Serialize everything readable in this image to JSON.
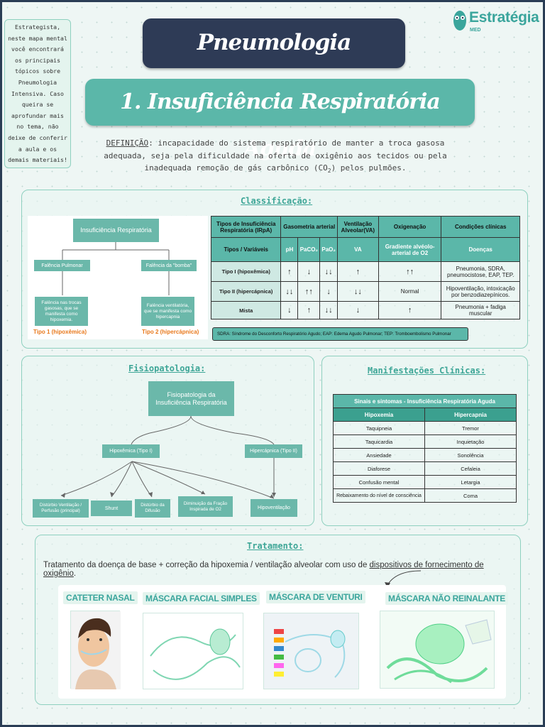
{
  "note": "Estrategista, neste mapa mental você encontrará os principais tópicos sobre Pneumologia Intensiva. Caso queira se aprofundar mais no tema, não deixe de conferir a aula e os demais materiais!",
  "logo": {
    "name": "Estratégia",
    "sub": "MED"
  },
  "title": "Pneumologia Intensiva",
  "subtitle": "1. Insuficiência Respiratória Aguda",
  "definition": {
    "label": "DEFINIÇÃO",
    "text1": ": incapacidade do sistema respiratório de manter a troca gasosa adequada, seja pela dificuldade na oferta de oxigênio aos tecidos ou pela inadequada remoção de gás carbônico (CO",
    "sub": "2",
    "text2": ") pelos pulmões."
  },
  "classificacao": {
    "title": "Classificação:",
    "tree": {
      "root": "Insuficiência Respiratória",
      "left": "Falência Pulmonar",
      "right": "Falência da \"bomba\"",
      "left_desc": "Falência nas trocas gasosas, que se manifesta como hipoxemia.",
      "right_desc": "Falência ventilatória, que se manifesta como hipercapnia",
      "left_type": "Tipo 1 (hipoxêmica)",
      "right_type": "Tipo 2 (hipercápnica)"
    },
    "table": {
      "h_tipos": "Tipos de Insuficiência Respiratória (IRpA)",
      "h_gaso": "Gasometria arterial",
      "h_vent": "Ventilação Alveolar(VA)",
      "h_oxi": "Oxigenação",
      "h_cond": "Condições clínicas",
      "h2_tipos": "Tipos / Variáveis",
      "h2_ph": "pH",
      "h2_paco2": "PaCO₂",
      "h2_pao2": "PaO₂",
      "h2_va": "VA",
      "h2_grad": "Gradiente alvéolo-arterial de O2",
      "h2_doencas": "Doenças",
      "rows": [
        {
          "tipo": "Tipo I (hipoxêmica)",
          "ph": "↑",
          "paco2": "↓",
          "pao2": "↓↓",
          "va": "↑",
          "grad": "↑↑",
          "doencas": "Pneumonia, SDRA, pneumocistose, EAP, TEP."
        },
        {
          "tipo": "Tipo II (hipercápnica)",
          "ph": "↓↓",
          "paco2": "↑↑",
          "pao2": "↓",
          "va": "↓↓",
          "grad": "Normal",
          "doencas": "Hipoventilação, intoxicação por benzodiazepínicos."
        },
        {
          "tipo": "Mista",
          "ph": "↓",
          "paco2": "↑",
          "pao2": "↓↓",
          "va": "↓",
          "grad": "↑",
          "doencas": "Pneumonia + fadiga muscular"
        }
      ]
    },
    "footnote": "SDRA: Síndrome do Desconforto Respiratório Agudo; EAP: Edema Agudo Pulmonar; TEP: Tromboembolismo Pulmonar"
  },
  "fisiopatologia": {
    "title": "Fisiopatologia:",
    "root": "Fisiopatologia da Insuficiência Respiratória",
    "left": "Hipoxêmica (Tipo I)",
    "right": "Hipercápnica (Tipo II)",
    "leaves": [
      "Distúrbio Ventilação / Perfusão (principal)",
      "Shunt",
      "Distúrbio da Difusão",
      "Diminuição da Fração Inspirada de O2",
      "Hipoventilação"
    ]
  },
  "manifestacoes": {
    "title": "Manifestações Clínicas:",
    "table_title": "Sinais e sintomas - Insuficiência Respiratória Aguda",
    "col1": "Hipoxemia",
    "col2": "Hipercapnia",
    "rows": [
      [
        "Taquipneia",
        "Tremor"
      ],
      [
        "Taquicardia",
        "Inquietação"
      ],
      [
        "Ansiedade",
        "Sonolência"
      ],
      [
        "Diaforese",
        "Cefaleia"
      ],
      [
        "Confusão mental",
        "Letargia"
      ],
      [
        "Rebaixamento do nível de consciência",
        "Coma"
      ]
    ]
  },
  "tratamento": {
    "title": "Tratamento:",
    "text1": "Tratamento da doença de base + correção da hipoxemia / ventilação alveolar com uso de ",
    "text_u": "dispositivos de fornecimento de oxigênio",
    "text2": ".",
    "devices": [
      "CATETER NASAL",
      "MÁSCARA FACIAL SIMPLES",
      "MÁSCARA DE VENTURI",
      "MÁSCARA NÃO REINALANTE"
    ]
  },
  "colors": {
    "teal": "#5bb7a9",
    "navy": "#2e3b56",
    "orange": "#e8781b"
  }
}
